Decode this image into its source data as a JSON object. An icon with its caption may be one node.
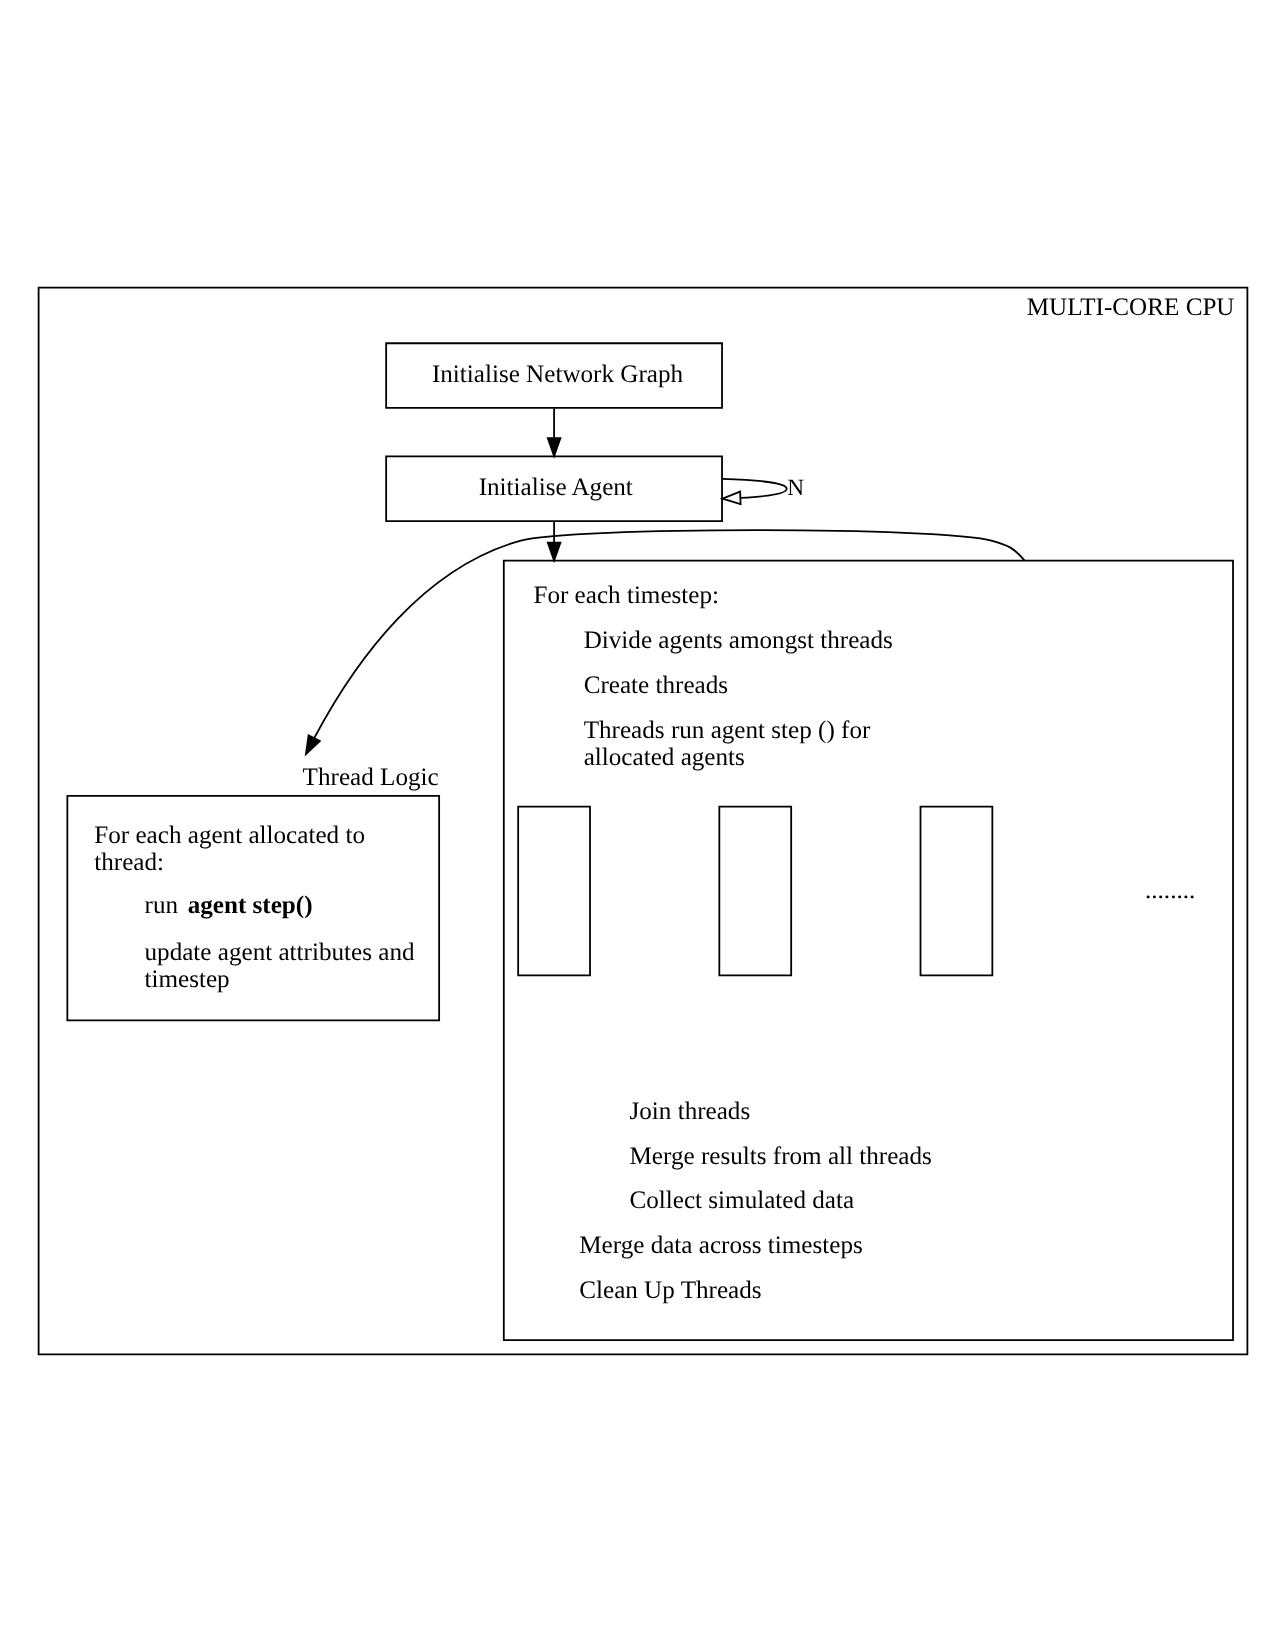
{
  "diagram": {
    "nodes": [
      {
        "text": [
          "MULTI-CORE CPU"
        ]
      },
      {
        "text": [
          "Initialise Network Graph"
        ],
        "in": 0
      },
      {
        "text": [
          "Initialise Agent"
        ],
        "in": 0
      },
      {
        "text": [
          "For each timestep:",
          "Divide agents amongst threads",
          "Create threads",
          "Threads run agent step () for allocated agents",
          "........",
          "Join threads",
          "Merge results from all threads",
          "Collect simulated data",
          "Merge data across timesteps",
          "Clean Up Threads"
        ],
        "in": 0
      },
      {
        "text": [
          "Thread Logic",
          "For each agent allocated to thread:",
          "run **agent step()**",
          "update agent attributes and timestep"
        ],
        "in": 0
      },
      {
        "text": [],
        "shape": "box",
        "in": 3
      },
      {
        "text": [],
        "shape": "box",
        "in": 3
      },
      {
        "text": [],
        "shape": "box",
        "in": 3
      }
    ],
    "edges": [
      {
        "from": 1,
        "to": 2,
        "arrow": "to"
      },
      {
        "from": 2,
        "to": 2,
        "arrow": "to",
        "label": "N"
      },
      {
        "from": 2,
        "to": 3,
        "arrow": "to"
      },
      {
        "from": 3,
        "to": 4,
        "arrow": "to"
      }
    ]
  }
}
